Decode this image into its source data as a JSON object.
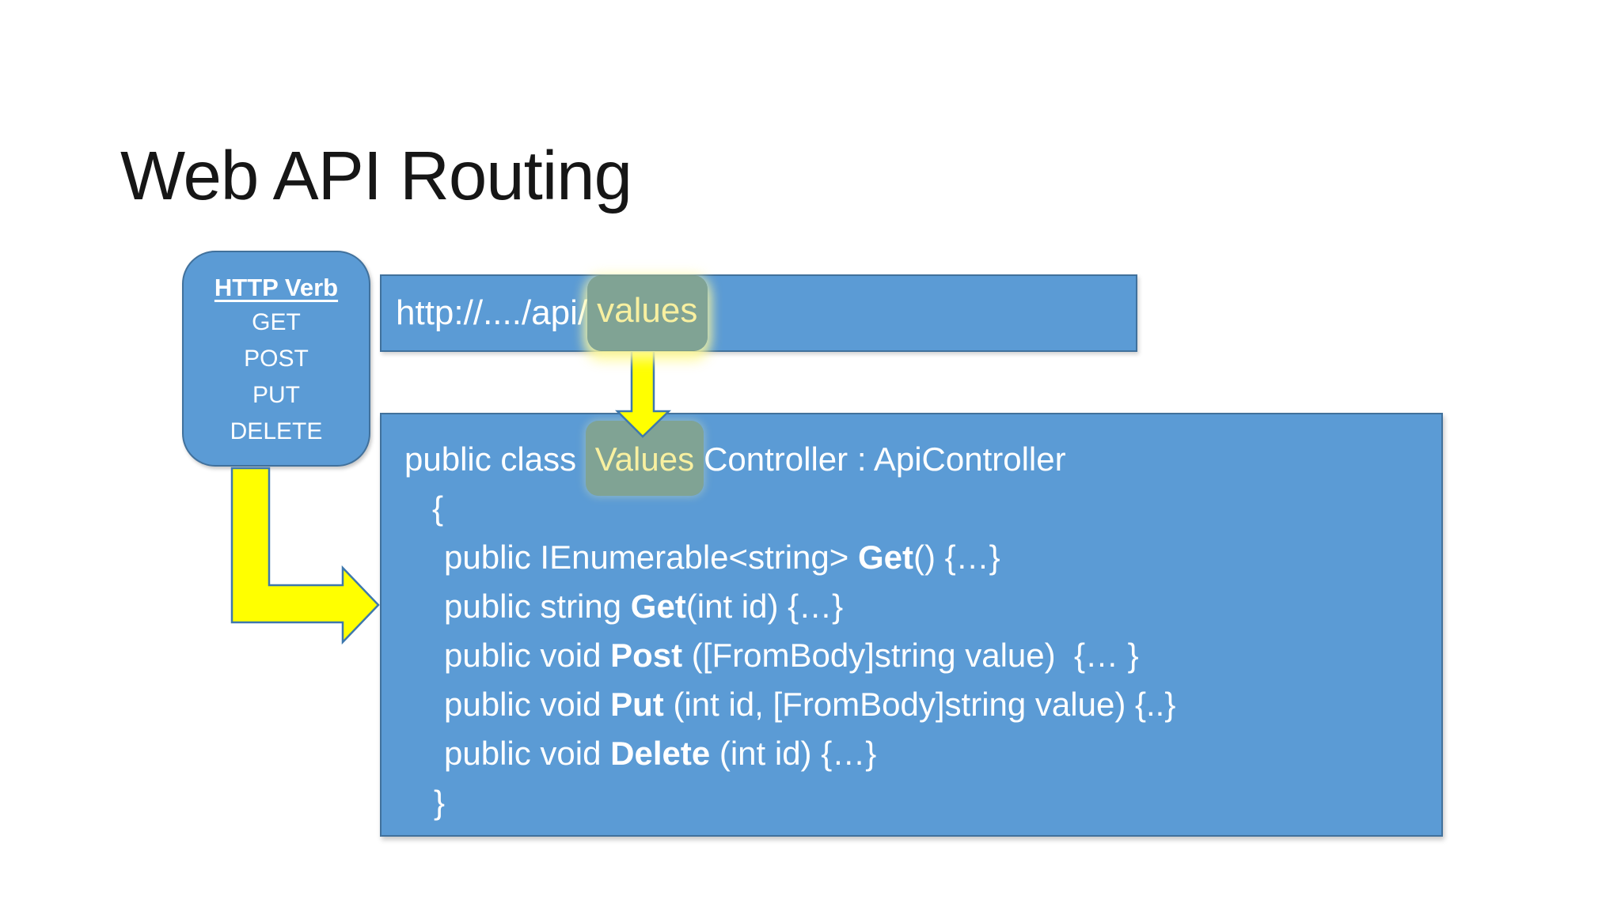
{
  "title": "Web API Routing",
  "verb_panel": {
    "heading": "HTTP Verb",
    "items": [
      "GET",
      "POST",
      "PUT",
      "DELETE"
    ]
  },
  "url_bar": {
    "prefix": "http://..../api/",
    "highlighted": "values"
  },
  "code_panel": {
    "lines": [
      {
        "pre": "public class ",
        "highlight": "Values",
        "post": "Controller : ApiController"
      },
      {
        "pre": "{"
      },
      {
        "pre": "public IEnumerable<string> ",
        "verb": "Get",
        "post": "() {…}"
      },
      {
        "pre": "public string ",
        "verb": "Get",
        "post": "(int id) {…}"
      },
      {
        "pre": "public void ",
        "verb": "Post",
        "post": " ([FromBody]string value)  {… }"
      },
      {
        "pre": "public void ",
        "verb": "Put",
        "post": " (int id, [FromBody]string value) {..}"
      },
      {
        "pre": "public void ",
        "verb": "Delete",
        "post": " (int id) {…}"
      },
      {
        "pre": "}"
      }
    ]
  },
  "icons": {
    "down_arrow": "down-arrow",
    "bent_arrow": "elbow-right-arrow"
  },
  "colors": {
    "shape_fill": "#5b9bd5",
    "shape_border": "#41719c",
    "arrow_fill": "#ffff00",
    "arrow_border": "#3e78ad",
    "highlight_fill": "rgba(140,165,125,0.75)",
    "highlight_text": "#f8f0a0",
    "highlight_glow": "rgba(255,249,150,0.85)",
    "title_text": "#161616",
    "body_text": "#ffffff",
    "background": "#ffffff"
  }
}
